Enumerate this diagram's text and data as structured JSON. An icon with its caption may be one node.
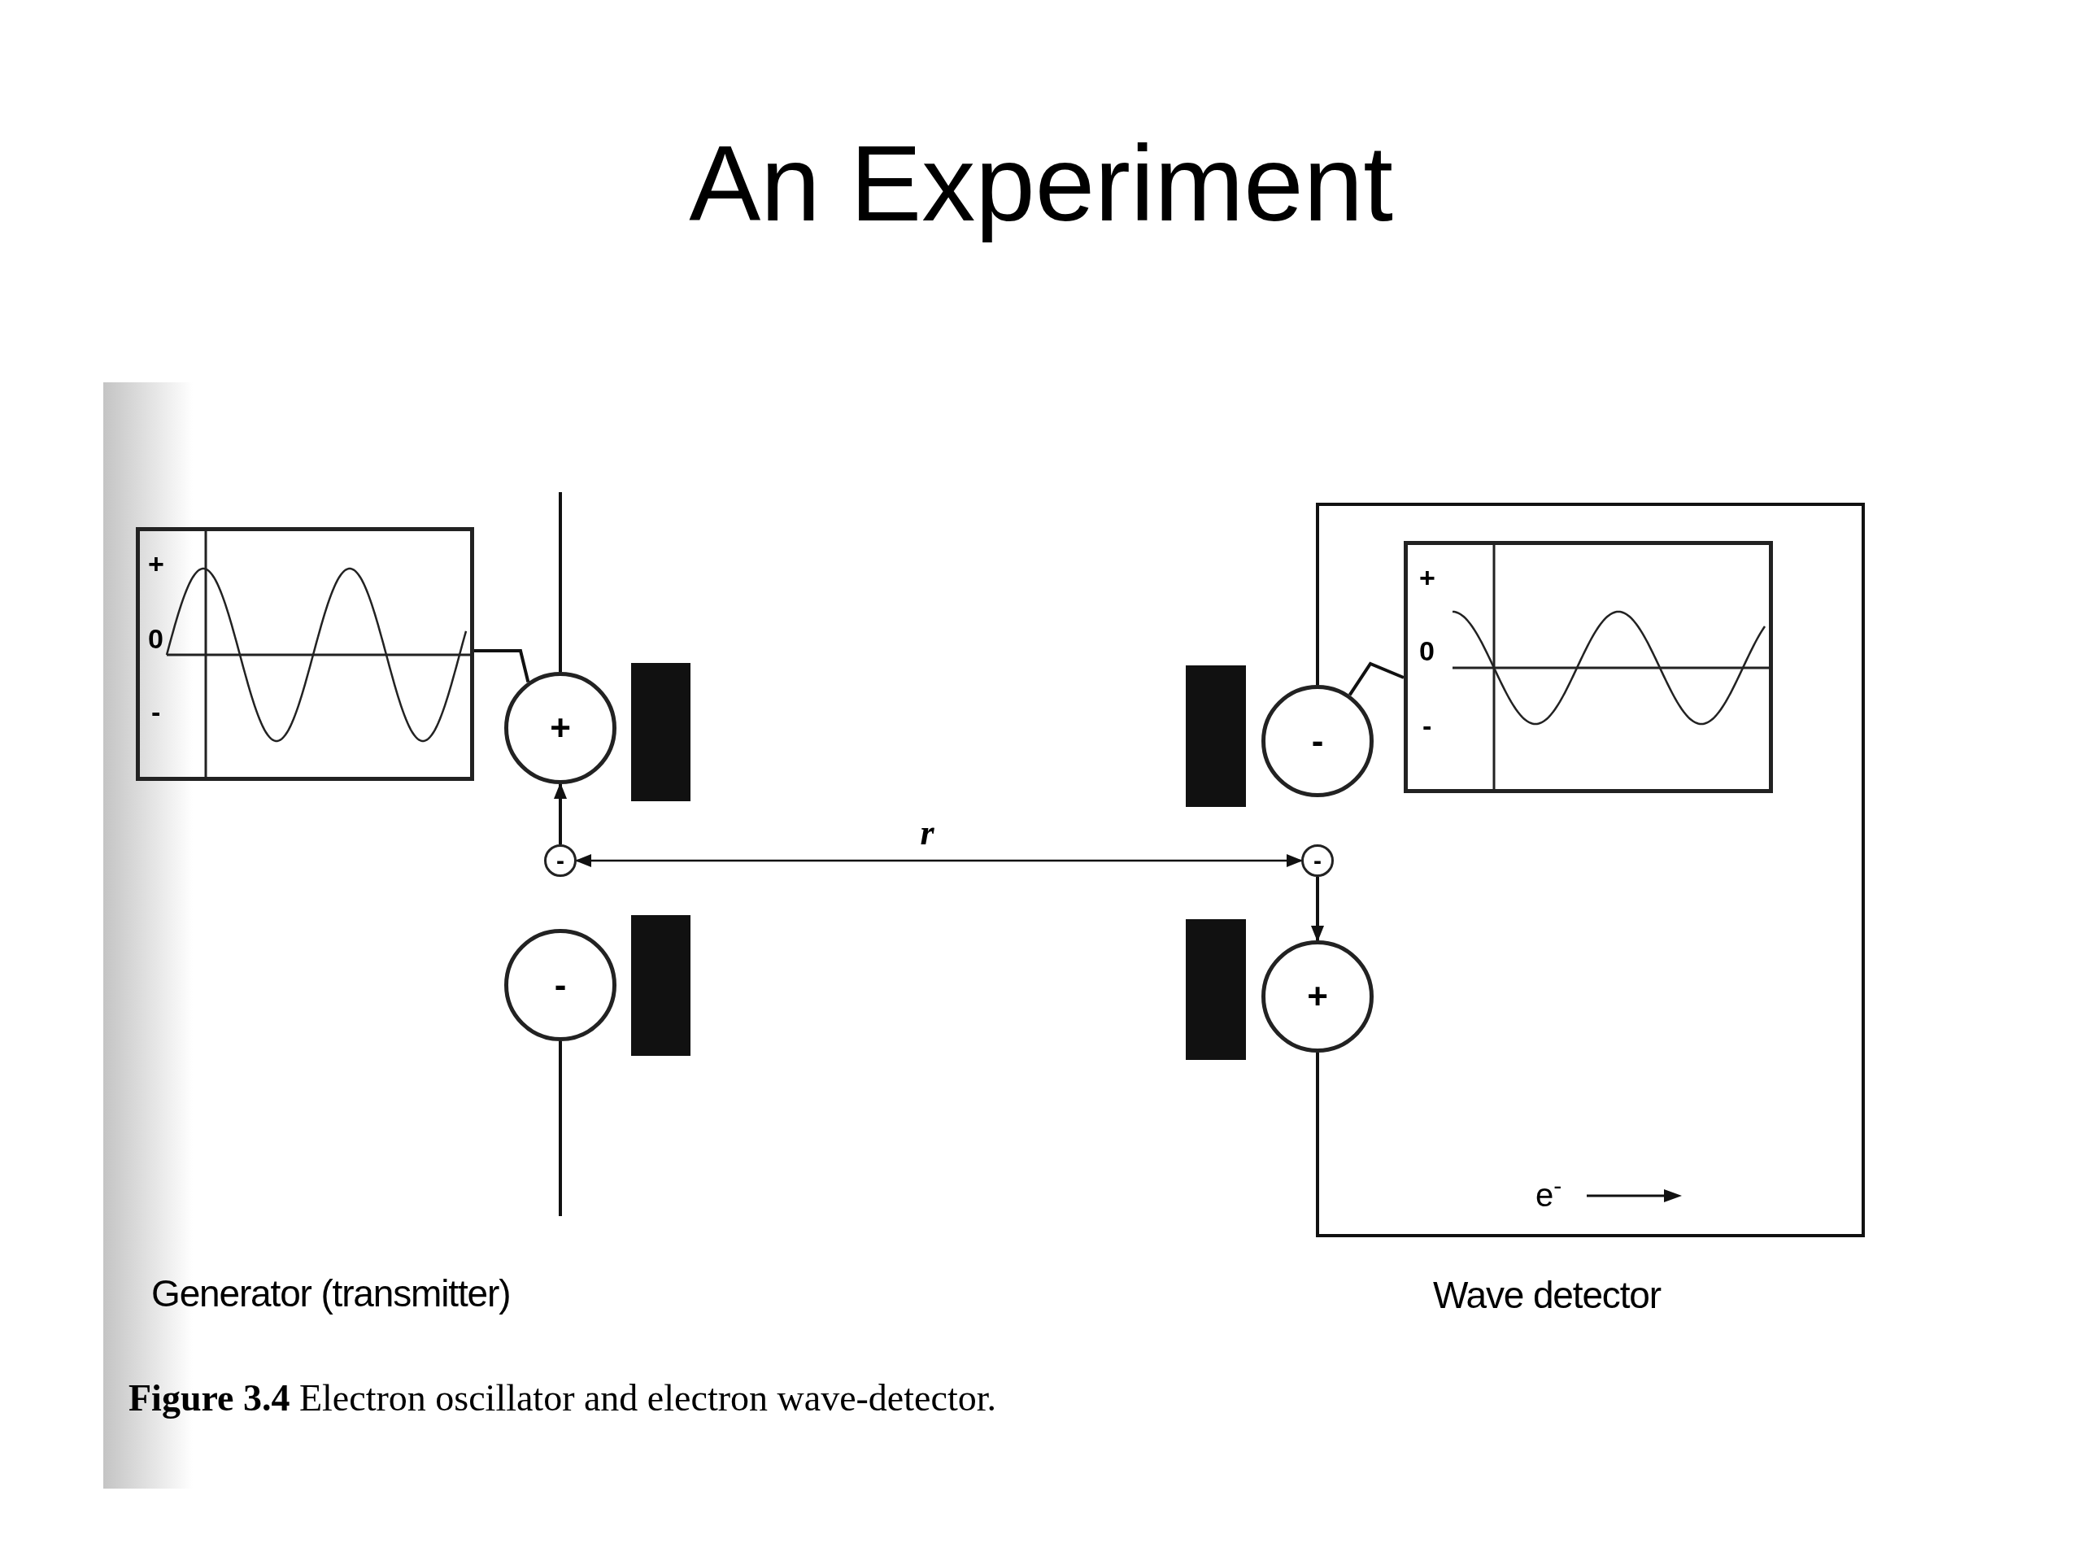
{
  "diagram": {
    "title": "An Experiment",
    "caption": "**Figure 3.4** Electron oscillator and electron wave-detector.",
    "nodes": [
      {
        "text": [
          "+",
          "0",
          "-"
        ]
      },
      {
        "text": [
          "+"
        ]
      },
      {
        "text": [
          "-"
        ]
      },
      {
        "text": [
          "-"
        ]
      },
      {
        "text": [
          "-"
        ]
      },
      {
        "text": [
          "-"
        ]
      },
      {
        "text": [
          "+"
        ]
      },
      {
        "text": [
          "+",
          "0",
          "-"
        ]
      },
      {
        "text": [],
        "shape": "bar"
      },
      {
        "text": [],
        "shape": "bar"
      },
      {
        "text": [],
        "shape": "bar"
      },
      {
        "text": [],
        "shape": "bar"
      }
    ],
    "edges": [
      {
        "from": 0,
        "to": 1,
        "arrow": "none"
      },
      {
        "from": 7,
        "to": 5,
        "arrow": "none"
      },
      {
        "from": 5,
        "to": 6,
        "arrow": "none"
      },
      {
        "from": 3,
        "to": 4,
        "arrow": "both",
        "label": "r"
      },
      {
        "from": 3,
        "to": 1,
        "arrow": "to"
      },
      {
        "from": 4,
        "to": 6,
        "arrow": "to"
      }
    ],
    "labels": [
      "e$^{-}$",
      "Generator (transmitter)",
      "Wave detector"
    ]
  }
}
